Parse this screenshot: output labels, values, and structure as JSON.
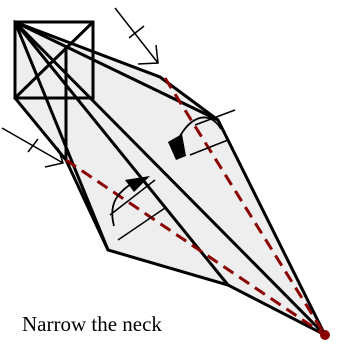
{
  "caption": "Narrow the neck",
  "colors": {
    "paper_fill": "#eeeeee",
    "outline": "#000000",
    "valley_fold": "#8b0000",
    "background": "#ffffff"
  },
  "icons": [
    "push-arrow-icon",
    "fold-arrow-icon",
    "valley-fold-line",
    "reference-point"
  ]
}
